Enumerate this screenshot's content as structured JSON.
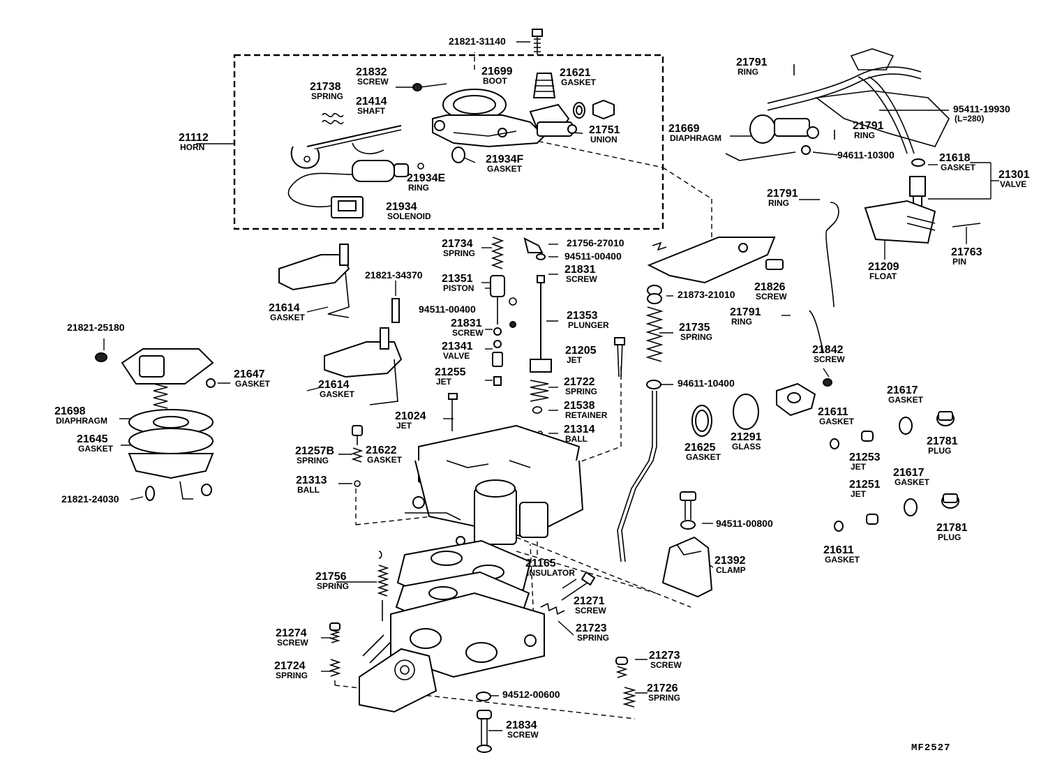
{
  "diagram": {
    "code": "MF2527",
    "parts": [
      {
        "id": "p_21821_31140",
        "number": "21821-31140",
        "name": ""
      },
      {
        "id": "p_21832",
        "number": "21832",
        "name": "SCREW"
      },
      {
        "id": "p_21699",
        "number": "21699",
        "name": "BOOT"
      },
      {
        "id": "p_21621",
        "number": "21621",
        "name": "GASKET"
      },
      {
        "id": "p_21738",
        "number": "21738",
        "name": "SPRING"
      },
      {
        "id": "p_21414",
        "number": "21414",
        "name": "SHAFT"
      },
      {
        "id": "p_21751",
        "number": "21751",
        "name": "UNION"
      },
      {
        "id": "p_21112",
        "number": "21112",
        "name": "HORN"
      },
      {
        "id": "p_21934F",
        "number": "21934F",
        "name": "GASKET"
      },
      {
        "id": "p_21934E",
        "number": "21934E",
        "name": "RING"
      },
      {
        "id": "p_21934",
        "number": "21934",
        "name": "SOLENOID"
      },
      {
        "id": "p_21791_a",
        "number": "21791",
        "name": "RING"
      },
      {
        "id": "p_95411",
        "number": "95411-19930",
        "name": "(L=280)"
      },
      {
        "id": "p_21669",
        "number": "21669",
        "name": "DIAPHRAGM"
      },
      {
        "id": "p_21791_b",
        "number": "21791",
        "name": "RING"
      },
      {
        "id": "p_94611_10300",
        "number": "94611-10300",
        "name": ""
      },
      {
        "id": "p_21618",
        "number": "21618",
        "name": "GASKET"
      },
      {
        "id": "p_21301",
        "number": "21301",
        "name": "VALVE"
      },
      {
        "id": "p_21791_c",
        "number": "21791",
        "name": "RING"
      },
      {
        "id": "p_21734",
        "number": "21734",
        "name": "SPRING"
      },
      {
        "id": "p_21756_27010",
        "number": "21756-27010",
        "name": ""
      },
      {
        "id": "p_94511_00400_a",
        "number": "94511-00400",
        "name": ""
      },
      {
        "id": "p_21831_a",
        "number": "21831",
        "name": "SCREW"
      },
      {
        "id": "p_21351",
        "number": "21351",
        "name": "PISTON"
      },
      {
        "id": "p_21821_34370",
        "number": "21821-34370",
        "name": ""
      },
      {
        "id": "p_21763",
        "number": "21763",
        "name": "PIN"
      },
      {
        "id": "p_21209",
        "number": "21209",
        "name": "FLOAT"
      },
      {
        "id": "p_21826",
        "number": "21826",
        "name": "SCREW"
      },
      {
        "id": "p_21873",
        "number": "21873-21010",
        "name": ""
      },
      {
        "id": "p_21614_a",
        "number": "21614",
        "name": "GASKET"
      },
      {
        "id": "p_94511_00400_b",
        "number": "94511-00400",
        "name": ""
      },
      {
        "id": "p_21353",
        "number": "21353",
        "name": "PLUNGER"
      },
      {
        "id": "p_21791_d",
        "number": "21791",
        "name": "RING"
      },
      {
        "id": "p_21831_b",
        "number": "21831",
        "name": "SCREW"
      },
      {
        "id": "p_21821_25180",
        "number": "21821-25180",
        "name": ""
      },
      {
        "id": "p_21735",
        "number": "21735",
        "name": "SPRING"
      },
      {
        "id": "p_21341",
        "number": "21341",
        "name": "VALVE"
      },
      {
        "id": "p_21842",
        "number": "21842",
        "name": "SCREW"
      },
      {
        "id": "p_21205",
        "number": "21205",
        "name": "JET"
      },
      {
        "id": "p_21255",
        "number": "21255",
        "name": "JET"
      },
      {
        "id": "p_21647",
        "number": "21647",
        "name": "GASKET"
      },
      {
        "id": "p_21722",
        "number": "21722",
        "name": "SPRING"
      },
      {
        "id": "p_94611_10400",
        "number": "94611-10400",
        "name": ""
      },
      {
        "id": "p_21614_b",
        "number": "21614",
        "name": "GASKET"
      },
      {
        "id": "p_21617_a",
        "number": "21617",
        "name": "GASKET"
      },
      {
        "id": "p_21538",
        "number": "21538",
        "name": "RETAINER"
      },
      {
        "id": "p_21698",
        "number": "21698",
        "name": "DIAPHRAGM"
      },
      {
        "id": "p_21024",
        "number": "21024",
        "name": "JET"
      },
      {
        "id": "p_21611_a",
        "number": "21611",
        "name": "GASKET"
      },
      {
        "id": "p_21314",
        "number": "21314",
        "name": "BALL"
      },
      {
        "id": "p_21645",
        "number": "21645",
        "name": "GASKET"
      },
      {
        "id": "p_21625",
        "number": "21625",
        "name": "GASKET"
      },
      {
        "id": "p_21291",
        "number": "21291",
        "name": "GLASS"
      },
      {
        "id": "p_21781_a",
        "number": "21781",
        "name": "PLUG"
      },
      {
        "id": "p_21257B",
        "number": "21257B",
        "name": "SPRING"
      },
      {
        "id": "p_21622",
        "number": "21622",
        "name": "GASKET"
      },
      {
        "id": "p_21253",
        "number": "21253",
        "name": "JET"
      },
      {
        "id": "p_21313",
        "number": "21313",
        "name": "BALL"
      },
      {
        "id": "p_21617_b",
        "number": "21617",
        "name": "GASKET"
      },
      {
        "id": "p_21821_24030",
        "number": "21821-24030",
        "name": ""
      },
      {
        "id": "p_21251",
        "number": "21251",
        "name": "JET"
      },
      {
        "id": "p_94511_00800",
        "number": "94511-00800",
        "name": ""
      },
      {
        "id": "p_21781_b",
        "number": "21781",
        "name": "PLUG"
      },
      {
        "id": "p_21611_b",
        "number": "21611",
        "name": "GASKET"
      },
      {
        "id": "p_21392",
        "number": "21392",
        "name": "CLAMP"
      },
      {
        "id": "p_21165",
        "number": "21165",
        "name": "INSULATOR"
      },
      {
        "id": "p_21756",
        "number": "21756",
        "name": "SPRING"
      },
      {
        "id": "p_21271",
        "number": "21271",
        "name": "SCREW"
      },
      {
        "id": "p_21723",
        "number": "21723",
        "name": "SPRING"
      },
      {
        "id": "p_21274",
        "number": "21274",
        "name": "SCREW"
      },
      {
        "id": "p_21273",
        "number": "21273",
        "name": "SCREW"
      },
      {
        "id": "p_21724",
        "number": "21724",
        "name": "SPRING"
      },
      {
        "id": "p_21726",
        "number": "21726",
        "name": "SPRING"
      },
      {
        "id": "p_94512",
        "number": "94512-00600",
        "name": ""
      },
      {
        "id": "p_21834",
        "number": "21834",
        "name": "SCREW"
      }
    ]
  }
}
